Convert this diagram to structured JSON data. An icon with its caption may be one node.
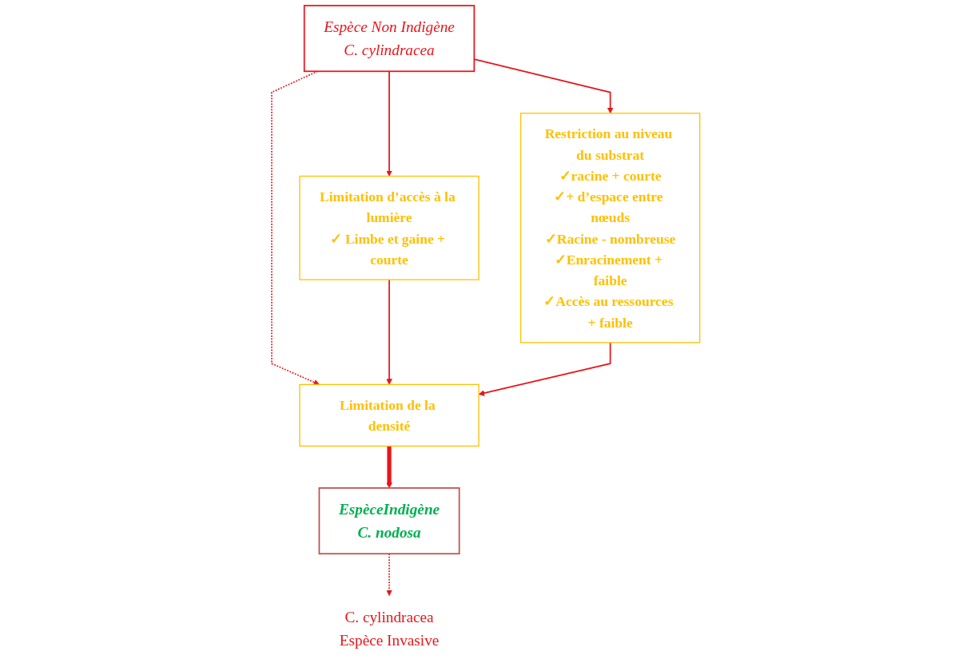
{
  "diagram": {
    "nodes": [
      {
        "text": [
          "Espèce Non Indigène",
          "C. cylindracea"
        ]
      },
      {
        "text": [
          "Limitation d’accès à la lumière",
          "✓ Limbe et gaine + courte"
        ]
      },
      {
        "text": [
          "Restriction au niveau du substrat",
          "✓racine + courte",
          "✓+ d’espace entre nœuds",
          "✓Racine - nombreuse",
          "✓Enracinement + faible",
          "✓Accès au ressources + faible"
        ]
      },
      {
        "text": [
          "Limitation de la densité"
        ]
      },
      {
        "text": [
          "EspèceIndigène",
          "C. nodosa"
        ]
      },
      {
        "text": [
          "C. cylindracea",
          "Espèce Invasive"
        ]
      }
    ],
    "edges": [
      {
        "from": 0,
        "to": 1,
        "arrow": "to"
      },
      {
        "from": 0,
        "to": 2,
        "arrow": "to"
      },
      {
        "from": 0,
        "to": 3,
        "arrow": "to",
        "style": "dashed"
      },
      {
        "from": 1,
        "to": 3,
        "arrow": "to"
      },
      {
        "from": 2,
        "to": 3,
        "arrow": "to"
      },
      {
        "from": 3,
        "to": 4,
        "arrow": "to",
        "style": "thick"
      },
      {
        "from": 4,
        "to": 5,
        "arrow": "to",
        "style": "dashed"
      }
    ]
  }
}
